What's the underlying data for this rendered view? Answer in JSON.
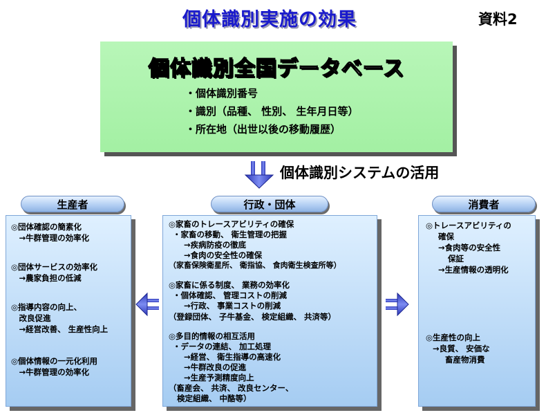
{
  "header": {
    "title": "個体識別実施の効果",
    "doc_label": "資料2"
  },
  "database": {
    "title": "個体識別全国データベース",
    "items": [
      "・個体識別番号",
      "・識別（品種、 性別、 生年月日等）",
      "・所在地（出世以後の移動履歴）"
    ]
  },
  "system_label": "個体識別システムの活用",
  "columns": {
    "producer": {
      "header": "生産者",
      "lines": [
        "◎団体確認の簡素化",
        "　→牛群管理の効率化",
        "◎団体サービスの効率化",
        "　→農家負担の低減",
        "◎指導内容の向上、",
        "　改良促進",
        "　→経営改善、 生産性向上",
        "◎個体情報の一元化利用",
        "　→牛群管理の効率化"
      ]
    },
    "admin": {
      "header": "行政・団体",
      "lines": [
        "◎家畜のトレースアビリティの確保",
        "・家畜の移動、 衛生管理の把握",
        "→疾病防疫の徹底",
        "→食肉の安全性の確保",
        "（家畜保険衛星所、 衛指協、 食肉衛生検査所等）",
        "◎家畜に係る制度、 業務の効率化",
        "・個体確認、 管理コストの削減",
        "→行政、 事業コストの削減",
        "（登録団体、 子牛基金、 検定組織、 共済等）",
        "◎多目的情報の相互活用",
        "・データの連結、 加工処理",
        "→経営、 衛生指導の高速化",
        "→牛群改良の促進",
        "→生産予測精度向上",
        "（畜産会、 共済、 改良センター、",
        "検定組織、 中酪等）"
      ]
    },
    "consumer": {
      "header": "消費者",
      "lines": [
        "◎トレースアビリティの",
        "確保",
        "→食肉等の安全性",
        "保証",
        "→生産情報の透明化",
        "◎生産性の向上",
        "→良質、 安価な",
        "畜産物消費"
      ]
    }
  },
  "colors": {
    "title": "#1a1acc",
    "database_fill": "#a3f0a3",
    "panel_fill": "#a5ccf2",
    "arrow_fill": "#4a5cd8"
  }
}
